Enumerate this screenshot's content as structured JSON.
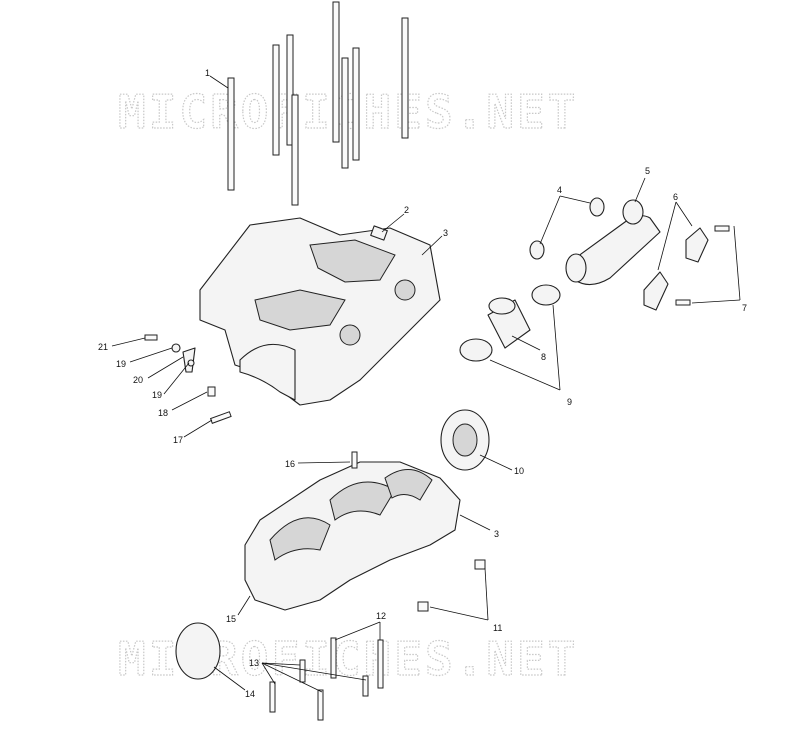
{
  "watermark": {
    "top": "MICROFICHES.NET",
    "bottom": "MICROFICHES.NET"
  },
  "callouts": [
    "1",
    "2",
    "3",
    "4",
    "5",
    "6",
    "7",
    "8",
    "9",
    "10",
    "11",
    "12",
    "13",
    "14",
    "15",
    "16",
    "17",
    "18",
    "19",
    "19",
    "20",
    "21",
    "3"
  ]
}
